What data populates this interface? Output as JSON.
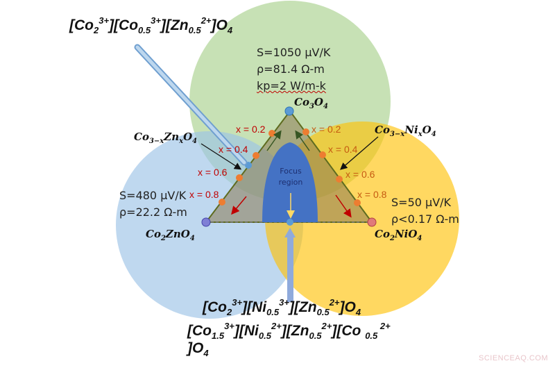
{
  "top_formula": {
    "parts": [
      "[Co",
      "2",
      "3+",
      "][Co",
      "0.5",
      "3+",
      "][Zn",
      "0.5",
      "2+",
      "]O",
      "4"
    ]
  },
  "bottom_formula_1": {
    "parts": [
      "[Co",
      "2",
      "3+",
      "][Ni",
      "0.5",
      "3+",
      "][Zn",
      "0.5",
      "2+",
      "]O",
      "4"
    ]
  },
  "bottom_formula_2": {
    "line1": [
      "[Co",
      "1.5",
      "3+",
      "][Ni",
      "0.5",
      "2+",
      "][Zn",
      "0.5",
      "2+",
      "][Co ",
      "0.5",
      " 2+"
    ],
    "line2": [
      "]O",
      "4"
    ]
  },
  "co3o4": {
    "label_base": "Co",
    "label_sub1": "3",
    "label_mid": "O",
    "label_sub2": "4",
    "props": [
      "S=1050 µV/K",
      "ρ=81.4 Ω-m",
      "kp=2 W/m-k"
    ]
  },
  "co2zno4": {
    "label": [
      "Co",
      "2",
      "ZnO",
      "4"
    ],
    "props": [
      "S=480 µV/K",
      "ρ=22.2 Ω-m"
    ]
  },
  "co2nio4": {
    "label": [
      "Co",
      "2",
      "NiO",
      "4"
    ],
    "props": [
      "S=50 µV/K",
      "ρ<0.17 Ω-m"
    ]
  },
  "zn_series": {
    "label": [
      "Co",
      "3−x",
      "Zn",
      "x",
      "O",
      "4"
    ],
    "x_labels": [
      "x = 0.2",
      "x = 0.4",
      "x = 0.6",
      "x = 0.8"
    ]
  },
  "ni_series": {
    "label": [
      "Co",
      "3−x",
      "Ni",
      "x",
      "O",
      "4"
    ],
    "x_labels": [
      "x = 0.2",
      "x = 0.4",
      "x = 0.6",
      "x = 0.8"
    ]
  },
  "focus": {
    "line1": "Focus",
    "line2": "region"
  },
  "colors": {
    "green_circle": "#a9d18e",
    "blue_circle": "#9dc3e6",
    "yellow_circle": "#ffc000",
    "focus_blue": "#4472c4",
    "x_red": "#c00000",
    "x_orange": "#c55a11",
    "dot_orange": "#ed7d31"
  },
  "watermark": "SCIENCEAQ.COM"
}
